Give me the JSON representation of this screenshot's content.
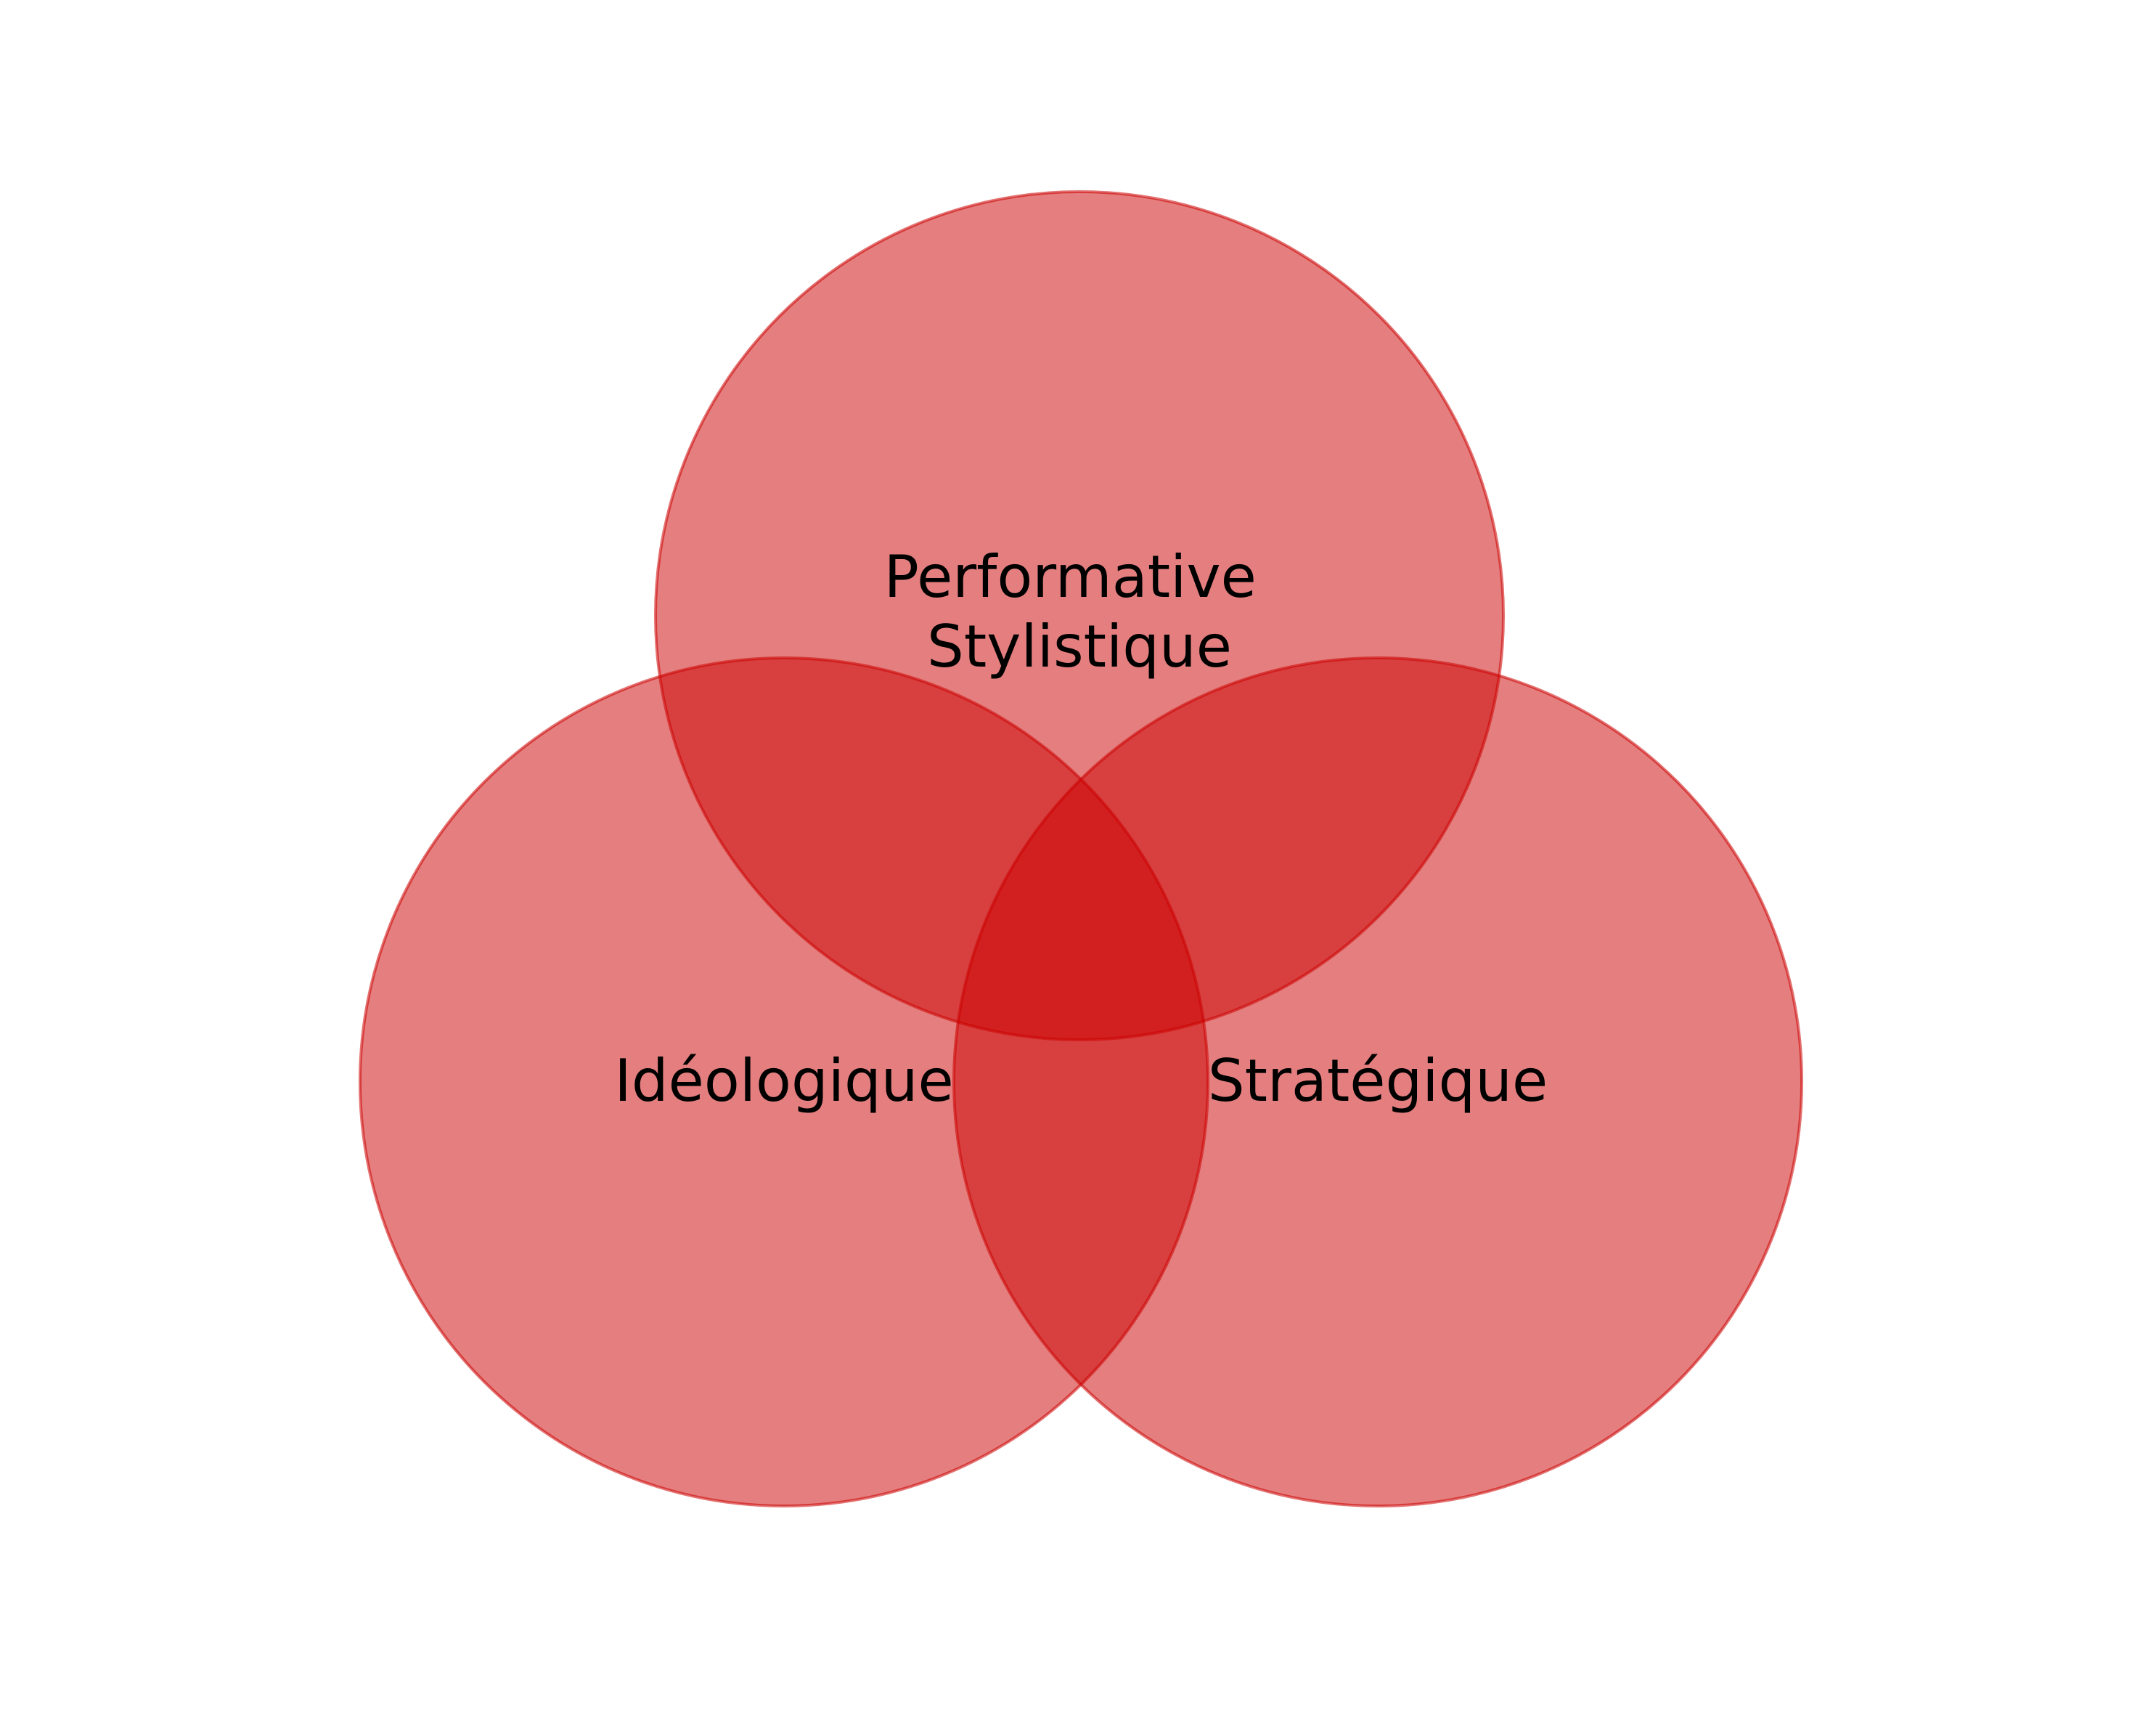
{
  "diagram": {
    "type": "venn",
    "fill_color": "#cc0000",
    "stroke_color": "#cc0000",
    "sets": [
      {
        "id": "top",
        "label_lines": [
          "Performative",
          "Stylistique"
        ]
      },
      {
        "id": "left",
        "label_lines": [
          "Idéologique"
        ]
      },
      {
        "id": "right",
        "label_lines": [
          "Stratégique"
        ]
      }
    ]
  }
}
